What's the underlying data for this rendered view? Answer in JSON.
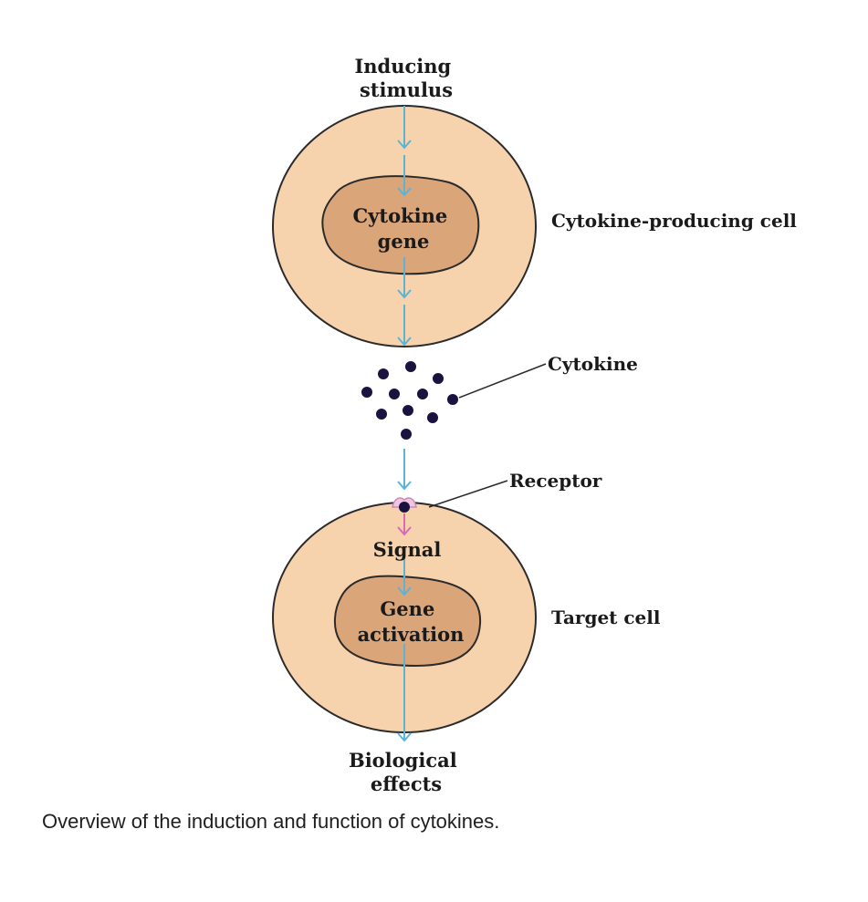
{
  "labels": {
    "stimulus": [
      "Inducing",
      "stimulus"
    ],
    "cytokine_gene": [
      "Cytokine",
      "gene"
    ],
    "producing_cell": "Cytokine-producing cell",
    "cytokine": "Cytokine",
    "receptor": "Receptor",
    "signal": "Signal",
    "gene_activation": [
      "Gene",
      "activation"
    ],
    "target_cell": "Target cell",
    "biological_effects": [
      "Biological",
      "effects"
    ]
  },
  "caption": "Overview  of the induction and function of  cytokines.",
  "colors": {
    "cell_fill": "#f6d2ad",
    "nucleus_fill": "#dba57a",
    "outline": "#2b2b2b",
    "arrow": "#5ab4d6",
    "signal_arrow": "#d96ab4",
    "cytokine_dot": "#1c1240"
  }
}
